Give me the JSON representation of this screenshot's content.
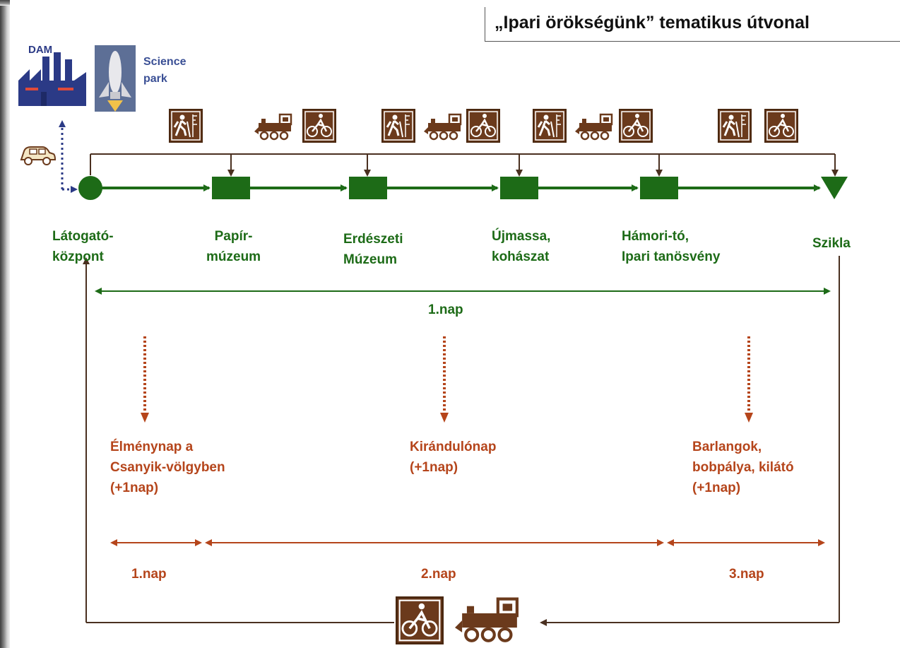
{
  "title": "„Ipari örökségünk” tematikus útvonal",
  "logos": {
    "dam": "DAM",
    "science_park": "Science park"
  },
  "icons": [
    "hiker-icon",
    "train-icon",
    "cyclist-icon",
    "car-icon",
    "factory-icon",
    "space-shuttle-icon"
  ],
  "stops": [
    {
      "line1": "Látogató-",
      "line2": "központ"
    },
    {
      "line1": "Papír-",
      "line2": "múzeum"
    },
    {
      "line1": "Erdészeti",
      "line2": "Múzeum"
    },
    {
      "line1": "Újmassa,",
      "line2": "kohászat"
    },
    {
      "line1": "Hámori-tó,",
      "line2": "Ipari tanösvény"
    },
    {
      "line1": "Szikla"
    }
  ],
  "day1_label": "1.nap",
  "extras": [
    {
      "line1": "Élménynap a",
      "line2": "Csanyik-völgyben",
      "line3": "(+1nap)"
    },
    {
      "line1": "Kirándulónap",
      "line2": "(+1nap)"
    },
    {
      "line1": "Barlangok,",
      "line2": "bobpálya, kilátó",
      "line3": "(+1nap)"
    }
  ],
  "day_labels": [
    "1.nap",
    "2.nap",
    "3.nap"
  ],
  "colors": {
    "route_green": "#1d6b17",
    "extra_brown": "#b5451b",
    "icon_brown": "#6b3a1c",
    "logo_blue": "#2b3a86"
  }
}
